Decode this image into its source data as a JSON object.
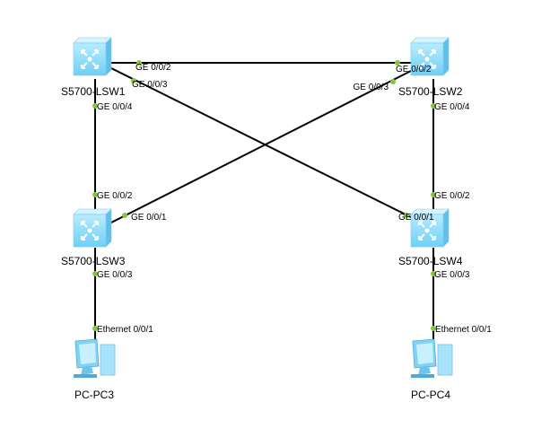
{
  "devices": {
    "lsw1": {
      "name": "S5700-LSW1",
      "icon": "switch-icon"
    },
    "lsw2": {
      "name": "S5700-LSW2",
      "icon": "switch-icon"
    },
    "lsw3": {
      "name": "S5700-LSW3",
      "icon": "switch-icon"
    },
    "lsw4": {
      "name": "S5700-LSW4",
      "icon": "switch-icon"
    },
    "pc3": {
      "name": "PC-PC3",
      "icon": "pc-icon"
    },
    "pc4": {
      "name": "PC-PC4",
      "icon": "pc-icon"
    }
  },
  "ports": {
    "lsw1_g2": "GE 0/0/2",
    "lsw1_g3": "GE 0/0/3",
    "lsw1_g4": "GE 0/0/4",
    "lsw2_g2": "GE 0/0/2",
    "lsw2_g3": "GE 0/0/3",
    "lsw2_g4": "GE 0/0/4",
    "lsw3_g2": "GE 0/0/2",
    "lsw3_g1": "GE 0/0/1",
    "lsw3_g3": "GE 0/0/3",
    "lsw4_g2": "GE 0/0/2",
    "lsw4_g1": "GE 0/0/1",
    "lsw4_g3": "GE 0/0/3",
    "pc3_e1": "Ethernet 0/0/1",
    "pc4_e1": "Ethernet 0/0/1"
  },
  "colors": {
    "link": "#000000",
    "port_dot": "#7dc93a",
    "device": "#8fdcff"
  }
}
